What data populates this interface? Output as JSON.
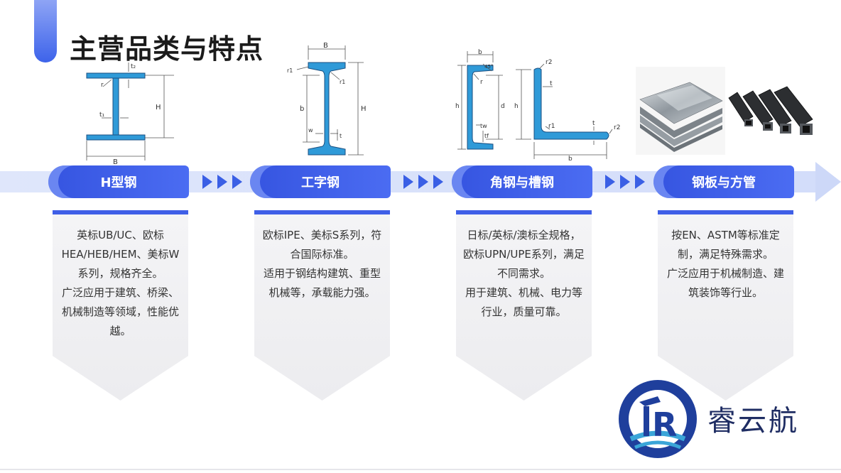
{
  "page": {
    "title": "主营品类与特点"
  },
  "colors": {
    "accent": "#3f5fe7",
    "steel": "#2f9ad8",
    "card": "#eeeef1"
  },
  "products": [
    {
      "label": "H型钢",
      "desc": [
        "英标UB/UC、欧标HEA/HEB/HEM、美标W系列，规格齐全。",
        "广泛应用于建筑、桥梁、机械制造等领域，性能优越。"
      ]
    },
    {
      "label": "工字钢",
      "desc": [
        "欧标IPE、美标S系列，符合国际标准。",
        "适用于钢结构建筑、重型机械等，承载能力强。"
      ]
    },
    {
      "label": "角钢与槽钢",
      "desc": [
        "日标/英标/澳标全规格，欧标UPN/UPE系列，满足不同需求。",
        "用于建筑、机械、电力等行业，质量可靠。"
      ]
    },
    {
      "label": "钢板与方管",
      "desc": [
        "按EN、ASTM等标准定制，满足特殊需求。",
        "广泛应用于机械制造、建筑装饰等行业。"
      ]
    }
  ],
  "diagrams": {
    "h_beam": {
      "b": "B",
      "h": "H",
      "t1": "t₁",
      "t2": "t₂",
      "r": "r"
    },
    "i_beam": {
      "b": "B",
      "h": "H",
      "b_inner": "b",
      "r1": "r1",
      "r1_left": "r1",
      "w": "w",
      "t": "t"
    },
    "channel": {
      "b": "b",
      "h": "h",
      "d": "d",
      "r": "r",
      "tw": "tw",
      "tf": "tf",
      "angle": "45°"
    },
    "angle": {
      "b": "b",
      "h": "h",
      "t": "t",
      "t_bottom": "t",
      "r1": "r1",
      "r2": "r2",
      "r2_bottom": "r2"
    }
  },
  "brand": {
    "name": "睿云航",
    "mark": "R"
  }
}
